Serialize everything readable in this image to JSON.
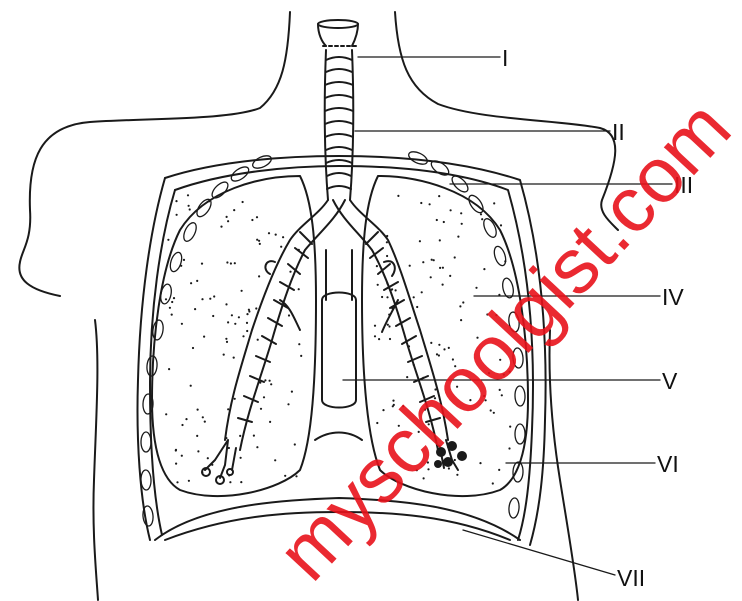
{
  "labels": [
    {
      "id": "I",
      "text": "I"
    },
    {
      "id": "II",
      "text": "II"
    },
    {
      "id": "III",
      "text": "III"
    },
    {
      "id": "IV",
      "text": "IV"
    },
    {
      "id": "V",
      "text": "V"
    },
    {
      "id": "VI",
      "text": "VI"
    },
    {
      "id": "VII",
      "text": "VII"
    }
  ],
  "watermark": "myschoolgist.com",
  "colors": {
    "ink": "#1a1a1a",
    "watermark": "#e8121b"
  }
}
